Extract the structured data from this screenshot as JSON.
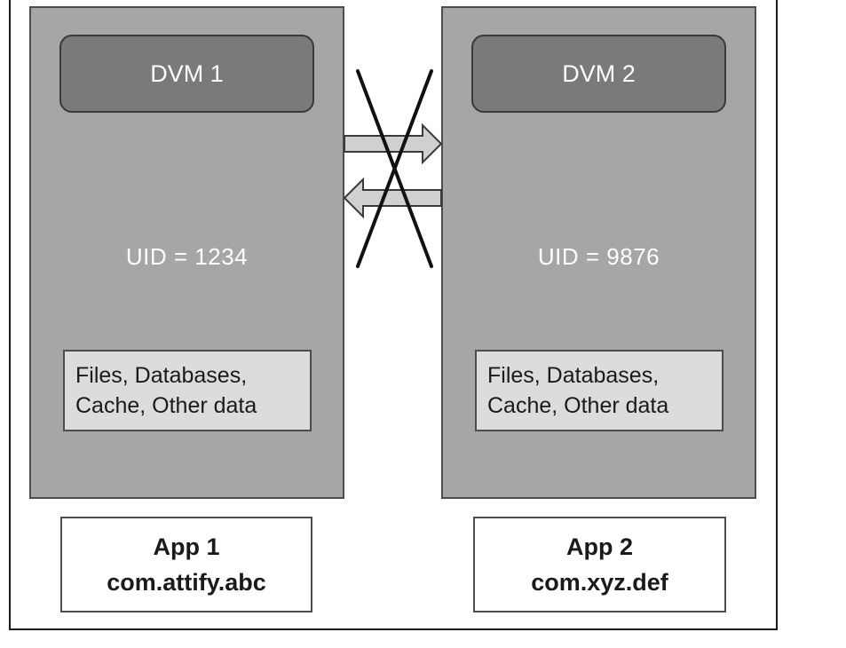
{
  "apps": [
    {
      "dvm_label": "DVM 1",
      "uid_label": "UID = 1234",
      "data_lines": [
        "Files, Databases,",
        "Cache, Other data"
      ],
      "app_name": "App 1",
      "package": "com.attify.abc"
    },
    {
      "dvm_label": "DVM 2",
      "uid_label": "UID = 9876",
      "data_lines": [
        "Files, Databases,",
        "Cache, Other data"
      ],
      "app_name": "App 2",
      "package": "com.xyz.def"
    }
  ],
  "colors": {
    "sandbox_fill": "#a6a6a6",
    "dvm_fill": "#7a7a7a",
    "data_fill": "#dcdcdc",
    "arrow_fill": "#d0d0d0",
    "cross_stroke": "#111111"
  }
}
